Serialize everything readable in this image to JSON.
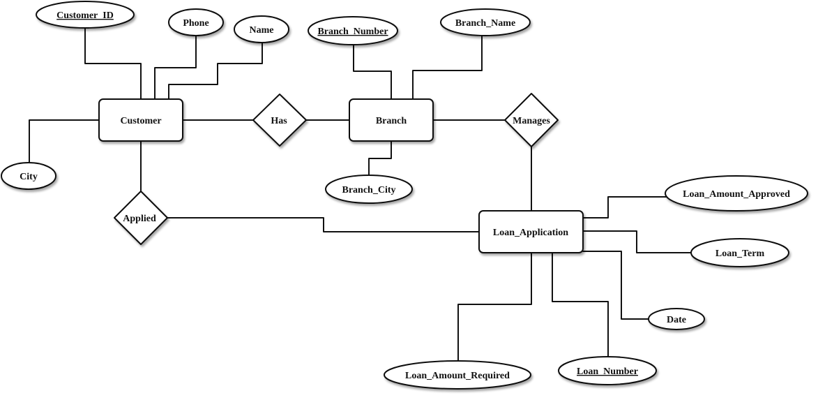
{
  "entities": [
    {
      "id": "customer",
      "label": "Customer"
    },
    {
      "id": "branch",
      "label": "Branch"
    },
    {
      "id": "loan_application",
      "label": "Loan_Application"
    }
  ],
  "relationships": [
    {
      "id": "has",
      "label": "Has"
    },
    {
      "id": "manages",
      "label": "Manages"
    },
    {
      "id": "applied",
      "label": "Applied"
    }
  ],
  "attributes": [
    {
      "id": "customer_id",
      "label": "Customer_ID",
      "key": true,
      "of": "customer"
    },
    {
      "id": "phone",
      "label": "Phone",
      "key": false,
      "of": "customer"
    },
    {
      "id": "name",
      "label": "Name",
      "key": false,
      "of": "customer"
    },
    {
      "id": "city",
      "label": "City",
      "key": false,
      "of": "customer"
    },
    {
      "id": "branch_number",
      "label": "Branch_Number",
      "key": true,
      "of": "branch"
    },
    {
      "id": "branch_name",
      "label": "Branch_Name",
      "key": false,
      "of": "branch"
    },
    {
      "id": "branch_city",
      "label": "Branch_City",
      "key": false,
      "of": "branch"
    },
    {
      "id": "loan_amount_approved",
      "label": "Loan_Amount_Approved",
      "key": false,
      "of": "loan_application"
    },
    {
      "id": "loan_term",
      "label": "Loan_Term",
      "key": false,
      "of": "loan_application"
    },
    {
      "id": "date",
      "label": "Date",
      "key": false,
      "of": "loan_application"
    },
    {
      "id": "loan_number",
      "label": "Loan_Number",
      "key": true,
      "of": "loan_application"
    },
    {
      "id": "loan_amount_required",
      "label": "Loan_Amount_Required",
      "key": false,
      "of": "loan_application"
    }
  ],
  "connections": [
    [
      "customer",
      "has"
    ],
    [
      "has",
      "branch"
    ],
    [
      "branch",
      "manages"
    ],
    [
      "manages",
      "loan_application"
    ],
    [
      "customer",
      "applied"
    ],
    [
      "applied",
      "loan_application"
    ]
  ]
}
